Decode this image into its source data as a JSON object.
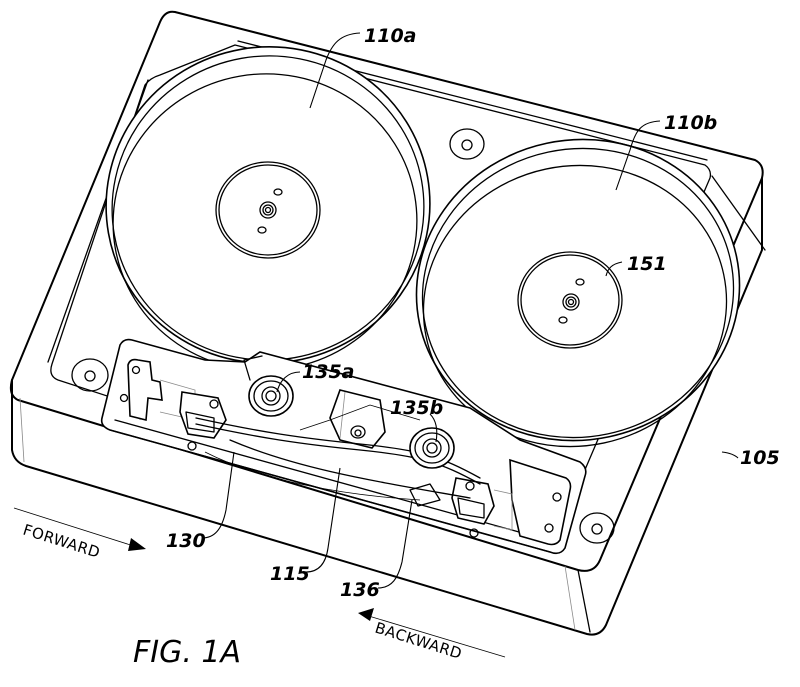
{
  "figure": {
    "title": "FIG. 1A",
    "description": "Perspective view of a tape cassette with two reels, rollers, and tape path"
  },
  "labels": {
    "reel_a": "110a",
    "reel_b": "110b",
    "hub": "151",
    "roller_a": "135a",
    "roller_b": "135b",
    "housing": "105",
    "guide": "130",
    "tape": "115",
    "tape_segment": "136"
  },
  "directions": {
    "forward": "FORWARD",
    "backward": "BACKWARD"
  }
}
